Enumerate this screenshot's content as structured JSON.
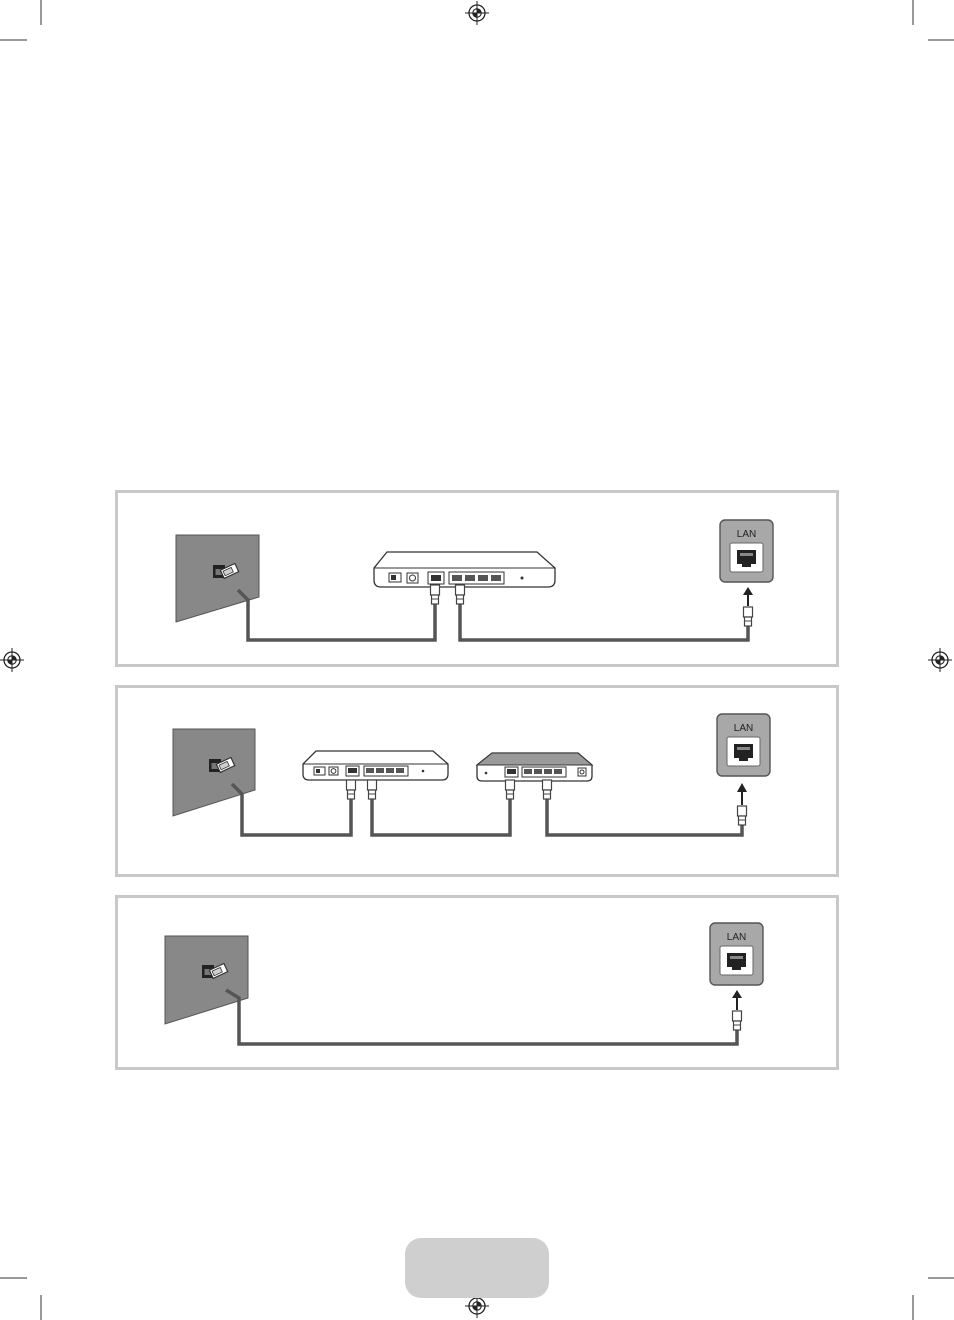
{
  "diagrams": [
    {
      "port_label": "LAN"
    },
    {
      "port_label": "LAN"
    },
    {
      "port_label": "LAN"
    }
  ],
  "colors": {
    "wall": "#888888",
    "cable": "#555555",
    "frame": "#c8c8c8",
    "lan_panel": "#a8a8a8",
    "page_tab": "#cfcfcf"
  }
}
